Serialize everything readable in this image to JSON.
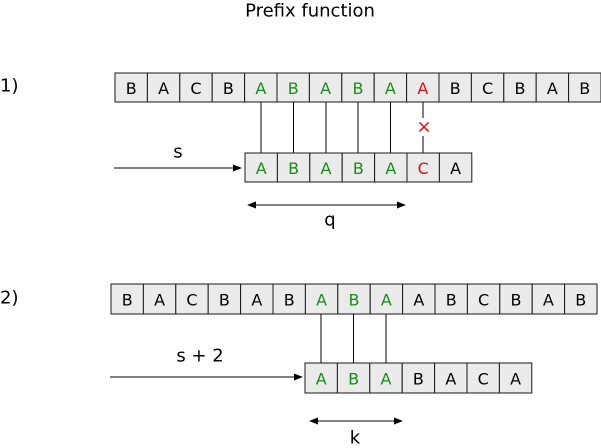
{
  "title": "Prefix function",
  "colors": {
    "match": "#1a8c1a",
    "mismatch": "#e01010",
    "normal": "#000000"
  },
  "steps": [
    {
      "label": "1)",
      "text_row": [
        "B",
        "A",
        "C",
        "B",
        "A",
        "B",
        "A",
        "B",
        "A",
        "A",
        "B",
        "C",
        "B",
        "A",
        "B"
      ],
      "text_colors": [
        "normal",
        "normal",
        "normal",
        "normal",
        "match",
        "match",
        "match",
        "match",
        "match",
        "mismatch",
        "normal",
        "normal",
        "normal",
        "normal",
        "normal"
      ],
      "pattern_row": [
        "A",
        "B",
        "A",
        "B",
        "A",
        "C",
        "A"
      ],
      "pattern_colors": [
        "match",
        "match",
        "match",
        "match",
        "match",
        "mismatch",
        "normal"
      ],
      "shift_label": "s",
      "span_label": "q",
      "mismatch_mark": "×"
    },
    {
      "label": "2)",
      "text_row": [
        "B",
        "A",
        "C",
        "B",
        "A",
        "B",
        "A",
        "B",
        "A",
        "A",
        "B",
        "C",
        "B",
        "A",
        "B"
      ],
      "text_colors": [
        "normal",
        "normal",
        "normal",
        "normal",
        "normal",
        "normal",
        "match",
        "match",
        "match",
        "normal",
        "normal",
        "normal",
        "normal",
        "normal",
        "normal"
      ],
      "pattern_row": [
        "A",
        "B",
        "A",
        "B",
        "A",
        "C",
        "A"
      ],
      "pattern_colors": [
        "match",
        "match",
        "match",
        "normal",
        "normal",
        "normal",
        "normal"
      ],
      "shift_label": "s + 2",
      "span_label": "k"
    }
  ]
}
